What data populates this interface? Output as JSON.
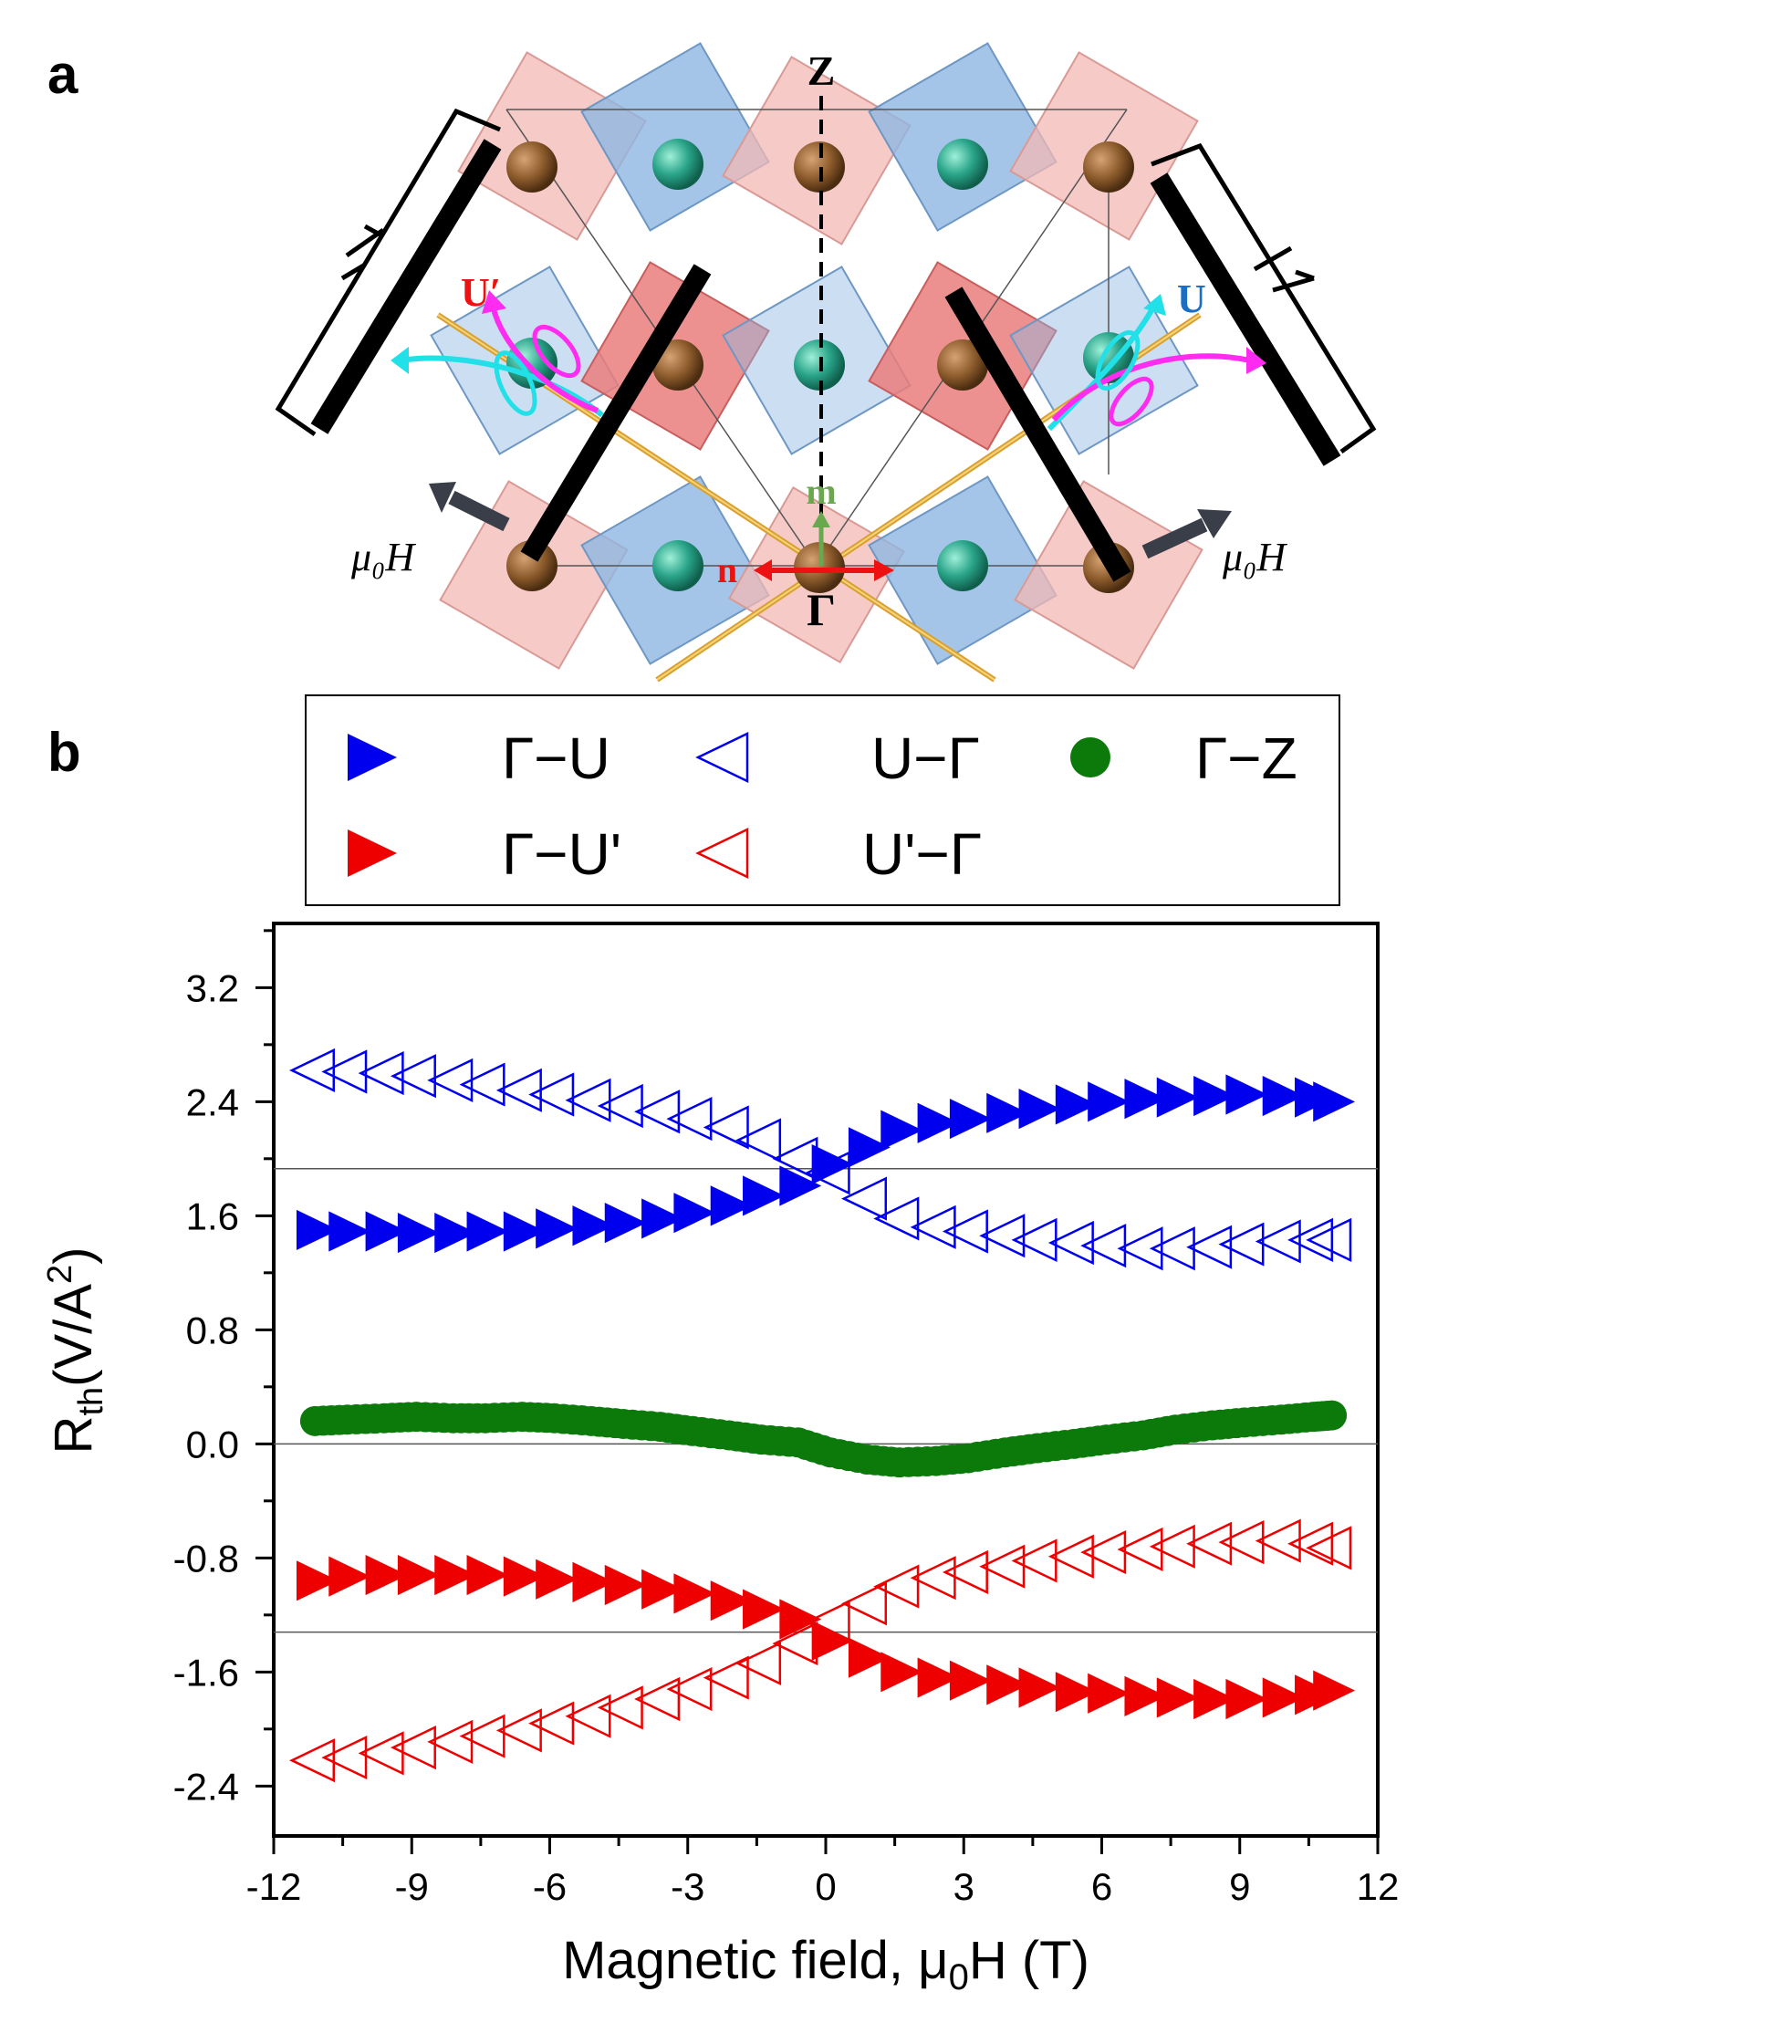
{
  "panel_a": {
    "label": "a",
    "z_label": "Z",
    "gamma_label": "Γ",
    "u_label": "U",
    "u_prime_label": "U′",
    "m_label": "m",
    "n_label": "n",
    "field_label_left": "μ₀H⃗",
    "field_label_right": "μ₀H⃗",
    "colors": {
      "pink_octahedron": "#f3b8b4",
      "blue_octahedron": "#8fb7e2",
      "brown_atom": "#8b5a2b",
      "green_atom": "#2aa58a",
      "cyan_arrow": "#22e0e8",
      "magenta_arrow": "#ff2bf0",
      "m_arrow": "#6aa84f",
      "n_arrow": "#ee1111",
      "field_arrow": "#3a3e48",
      "orange_line": "#d9a030"
    }
  },
  "panel_b": {
    "label": "b"
  },
  "chart_data": {
    "type": "scatter",
    "xlabel_main": "Magnetic field, μ",
    "xlabel_sub": "0",
    "xlabel_end": "H (T)",
    "ylabel_main": "R",
    "ylabel_sub": "th",
    "ylabel_mid": "(V/A",
    "ylabel_sup": "2",
    "ylabel_end": ")",
    "xlim": [
      -12,
      12
    ],
    "ylim": [
      -2.75,
      3.65
    ],
    "xticks": [
      -12,
      -9,
      -6,
      -3,
      0,
      3,
      6,
      9,
      12
    ],
    "xtick_labels": [
      "-12",
      "-9",
      "-6",
      "-3",
      "0",
      "3",
      "6",
      "9",
      "12"
    ],
    "yticks": [
      -2.4,
      -1.6,
      -0.8,
      0.0,
      0.8,
      1.6,
      2.4,
      3.2
    ],
    "ytick_labels": [
      "-2.4",
      "-1.6",
      "-0.8",
      "0.0",
      "0.8",
      "1.6",
      "2.4",
      "3.2"
    ],
    "reference_lines": [
      1.93,
      0.0,
      -1.32
    ],
    "legend_position": "top, above plot, 3 columns",
    "series": [
      {
        "name": "Γ−U",
        "marker": "triangle-right-filled",
        "color": "#0000ee",
        "x": [
          -11.1,
          -10.4,
          -9.6,
          -8.9,
          -8.1,
          -7.4,
          -6.6,
          -5.9,
          -5.1,
          -4.4,
          -3.6,
          -2.9,
          -2.1,
          -1.4,
          -0.6,
          0.1,
          0.9,
          1.6,
          2.4,
          3.1,
          3.9,
          4.6,
          5.4,
          6.1,
          6.9,
          7.6,
          8.4,
          9.1,
          9.9,
          10.6,
          11.0
        ],
        "y": [
          1.5,
          1.49,
          1.49,
          1.48,
          1.48,
          1.49,
          1.49,
          1.51,
          1.53,
          1.55,
          1.58,
          1.62,
          1.67,
          1.74,
          1.81,
          1.96,
          2.08,
          2.2,
          2.25,
          2.28,
          2.32,
          2.35,
          2.38,
          2.4,
          2.42,
          2.43,
          2.44,
          2.45,
          2.44,
          2.43,
          2.4
        ]
      },
      {
        "name": "U−Γ",
        "marker": "triangle-left-open",
        "color": "#0000ee",
        "x": [
          -11.1,
          -10.4,
          -9.6,
          -8.9,
          -8.1,
          -7.4,
          -6.6,
          -5.9,
          -5.1,
          -4.4,
          -3.6,
          -2.9,
          -2.1,
          -1.4,
          -0.6,
          0.1,
          0.9,
          1.6,
          2.4,
          3.1,
          3.9,
          4.6,
          5.4,
          6.1,
          6.9,
          7.6,
          8.4,
          9.1,
          9.9,
          10.6,
          11.0
        ],
        "y": [
          2.62,
          2.61,
          2.6,
          2.58,
          2.55,
          2.52,
          2.48,
          2.45,
          2.41,
          2.37,
          2.33,
          2.28,
          2.22,
          2.13,
          2.0,
          1.9,
          1.72,
          1.58,
          1.52,
          1.49,
          1.46,
          1.43,
          1.41,
          1.39,
          1.37,
          1.37,
          1.38,
          1.4,
          1.42,
          1.43,
          1.43
        ]
      },
      {
        "name": "Γ−Z",
        "marker": "circle-filled",
        "color": "#0b7a0b",
        "x": [
          -11.1,
          -10.4,
          -9.6,
          -8.9,
          -8.1,
          -7.4,
          -6.6,
          -5.9,
          -5.1,
          -4.4,
          -3.6,
          -2.9,
          -2.1,
          -1.4,
          -0.6,
          0.1,
          0.9,
          1.6,
          2.4,
          3.1,
          3.9,
          4.6,
          5.4,
          6.1,
          6.9,
          7.6,
          8.4,
          9.1,
          9.9,
          10.6,
          11.0
        ],
        "y": [
          0.16,
          0.17,
          0.18,
          0.19,
          0.18,
          0.18,
          0.19,
          0.18,
          0.16,
          0.14,
          0.12,
          0.09,
          0.06,
          0.03,
          0.01,
          -0.06,
          -0.11,
          -0.13,
          -0.12,
          -0.1,
          -0.06,
          -0.03,
          0.0,
          0.03,
          0.06,
          0.1,
          0.13,
          0.15,
          0.17,
          0.19,
          0.2
        ]
      },
      {
        "name": "Γ−U'",
        "marker": "triangle-right-filled",
        "color": "#ee0000",
        "x": [
          -11.1,
          -10.4,
          -9.6,
          -8.9,
          -8.1,
          -7.4,
          -6.6,
          -5.9,
          -5.1,
          -4.4,
          -3.6,
          -2.9,
          -2.1,
          -1.4,
          -0.6,
          0.1,
          0.9,
          1.6,
          2.4,
          3.1,
          3.9,
          4.6,
          5.4,
          6.1,
          6.9,
          7.6,
          8.4,
          9.1,
          9.9,
          10.6,
          11.0
        ],
        "y": [
          -0.96,
          -0.93,
          -0.92,
          -0.92,
          -0.92,
          -0.92,
          -0.93,
          -0.95,
          -0.97,
          -0.99,
          -1.02,
          -1.05,
          -1.1,
          -1.16,
          -1.23,
          -1.38,
          -1.5,
          -1.6,
          -1.64,
          -1.66,
          -1.69,
          -1.71,
          -1.74,
          -1.75,
          -1.77,
          -1.78,
          -1.79,
          -1.79,
          -1.78,
          -1.76,
          -1.73
        ]
      },
      {
        "name": "U'−Γ",
        "marker": "triangle-left-open",
        "color": "#ee0000",
        "x": [
          -11.1,
          -10.4,
          -9.6,
          -8.9,
          -8.1,
          -7.4,
          -6.6,
          -5.9,
          -5.1,
          -4.4,
          -3.6,
          -2.9,
          -2.1,
          -1.4,
          -0.6,
          0.1,
          0.9,
          1.6,
          2.4,
          3.1,
          3.9,
          4.6,
          5.4,
          6.1,
          6.9,
          7.6,
          8.4,
          9.1,
          9.9,
          10.6,
          11.0
        ],
        "y": [
          -2.22,
          -2.2,
          -2.17,
          -2.13,
          -2.09,
          -2.05,
          -2.01,
          -1.96,
          -1.91,
          -1.85,
          -1.79,
          -1.72,
          -1.64,
          -1.54,
          -1.4,
          -1.25,
          -1.12,
          -1.0,
          -0.94,
          -0.9,
          -0.86,
          -0.82,
          -0.79,
          -0.76,
          -0.74,
          -0.72,
          -0.7,
          -0.69,
          -0.68,
          -0.7,
          -0.73
        ]
      }
    ]
  }
}
